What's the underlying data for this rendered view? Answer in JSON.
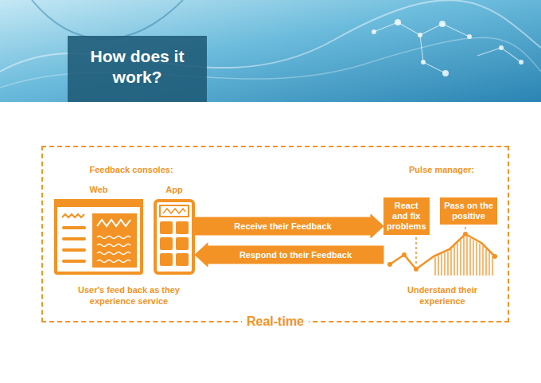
{
  "diagram": {
    "title": "How does it work?",
    "nodes": [
      {
        "text": [
          "Real-time"
        ]
      },
      {
        "text": [
          "Web"
        ],
        "in": 0
      },
      {
        "text": [
          "App"
        ],
        "in": 0
      },
      {
        "text": [
          "React and fix problems"
        ],
        "in": 0
      },
      {
        "text": [
          "Pass on the positive"
        ],
        "in": 0
      }
    ],
    "edges": [
      {
        "from": 2,
        "to": 3,
        "label": "Receive their Feedback",
        "arrow": "to"
      },
      {
        "from": 3,
        "to": 2,
        "label": "Respond to their Feedback",
        "arrow": "to"
      }
    ],
    "labels": [
      "Feedback consoles:",
      "Pulse manager:",
      "User's feed back as they experience service",
      "Understand their experience"
    ]
  }
}
